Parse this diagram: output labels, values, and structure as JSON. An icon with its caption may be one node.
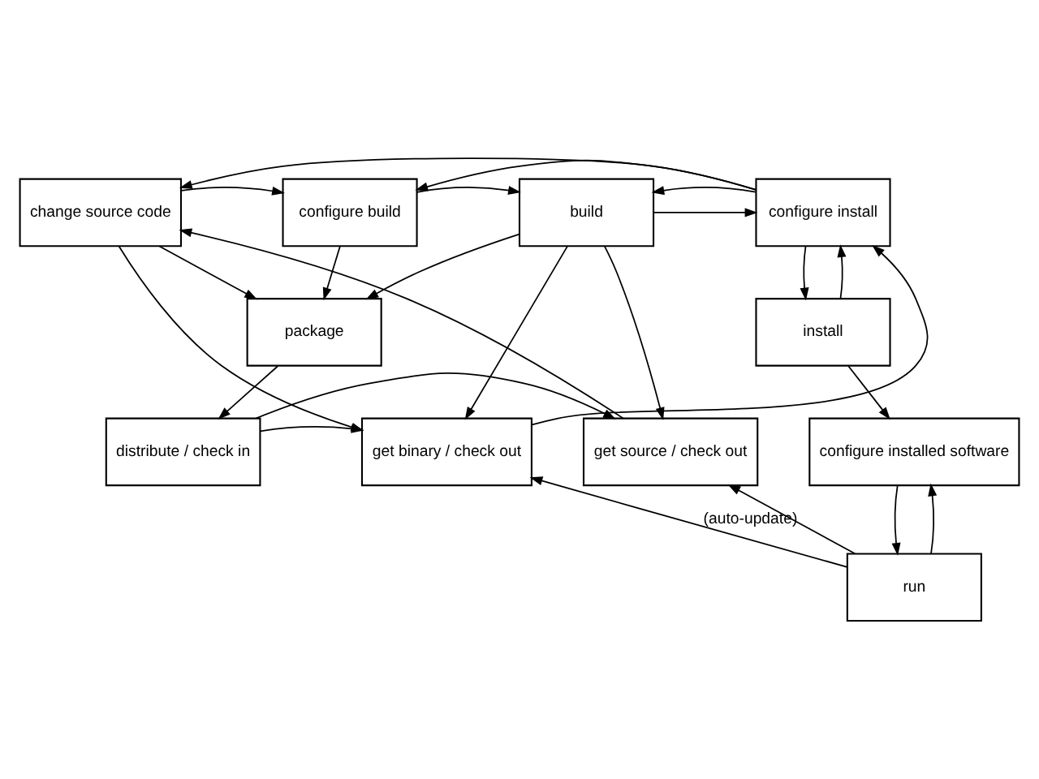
{
  "diagram": {
    "nodes": [
      {
        "text": [
          "change source code"
        ]
      },
      {
        "text": [
          "configure build"
        ]
      },
      {
        "text": [
          "build"
        ]
      },
      {
        "text": [
          "configure install"
        ]
      },
      {
        "text": [
          "package"
        ]
      },
      {
        "text": [
          "install"
        ]
      },
      {
        "text": [
          "get source / check out"
        ]
      },
      {
        "text": [
          "distribute / check in"
        ]
      },
      {
        "text": [
          "get binary / check out"
        ]
      },
      {
        "text": [
          "configure installed software"
        ]
      },
      {
        "text": [
          "run"
        ]
      }
    ],
    "edges": [
      {
        "from": 0,
        "to": 1,
        "arrow": "to"
      },
      {
        "from": 0,
        "to": 4,
        "arrow": "to"
      },
      {
        "from": 0,
        "to": 8,
        "arrow": "to"
      },
      {
        "from": 1,
        "to": 2,
        "arrow": "to"
      },
      {
        "from": 1,
        "to": 4,
        "arrow": "to"
      },
      {
        "from": 2,
        "to": 3,
        "arrow": "to"
      },
      {
        "from": 2,
        "to": 4,
        "arrow": "to"
      },
      {
        "from": 2,
        "to": 8,
        "arrow": "to"
      },
      {
        "from": 2,
        "to": 6,
        "arrow": "to"
      },
      {
        "from": 3,
        "to": 0,
        "arrow": "to"
      },
      {
        "from": 3,
        "to": 1,
        "arrow": "to"
      },
      {
        "from": 3,
        "to": 2,
        "arrow": "to"
      },
      {
        "from": 3,
        "to": 5,
        "arrow": "to"
      },
      {
        "from": 5,
        "to": 3,
        "arrow": "to"
      },
      {
        "from": 4,
        "to": 7,
        "arrow": "to"
      },
      {
        "from": 7,
        "to": 6,
        "arrow": "to"
      },
      {
        "from": 7,
        "to": 8,
        "arrow": "to"
      },
      {
        "from": 8,
        "to": 3,
        "arrow": "to"
      },
      {
        "from": 6,
        "to": 0,
        "arrow": "to"
      },
      {
        "from": 5,
        "to": 9,
        "arrow": "to"
      },
      {
        "from": 9,
        "to": 10,
        "arrow": "to"
      },
      {
        "from": 10,
        "to": 9,
        "arrow": "to"
      },
      {
        "from": 10,
        "to": 6,
        "arrow": "to"
      },
      {
        "from": 10,
        "to": 8,
        "arrow": "to",
        "label": "(auto-update)"
      }
    ]
  }
}
